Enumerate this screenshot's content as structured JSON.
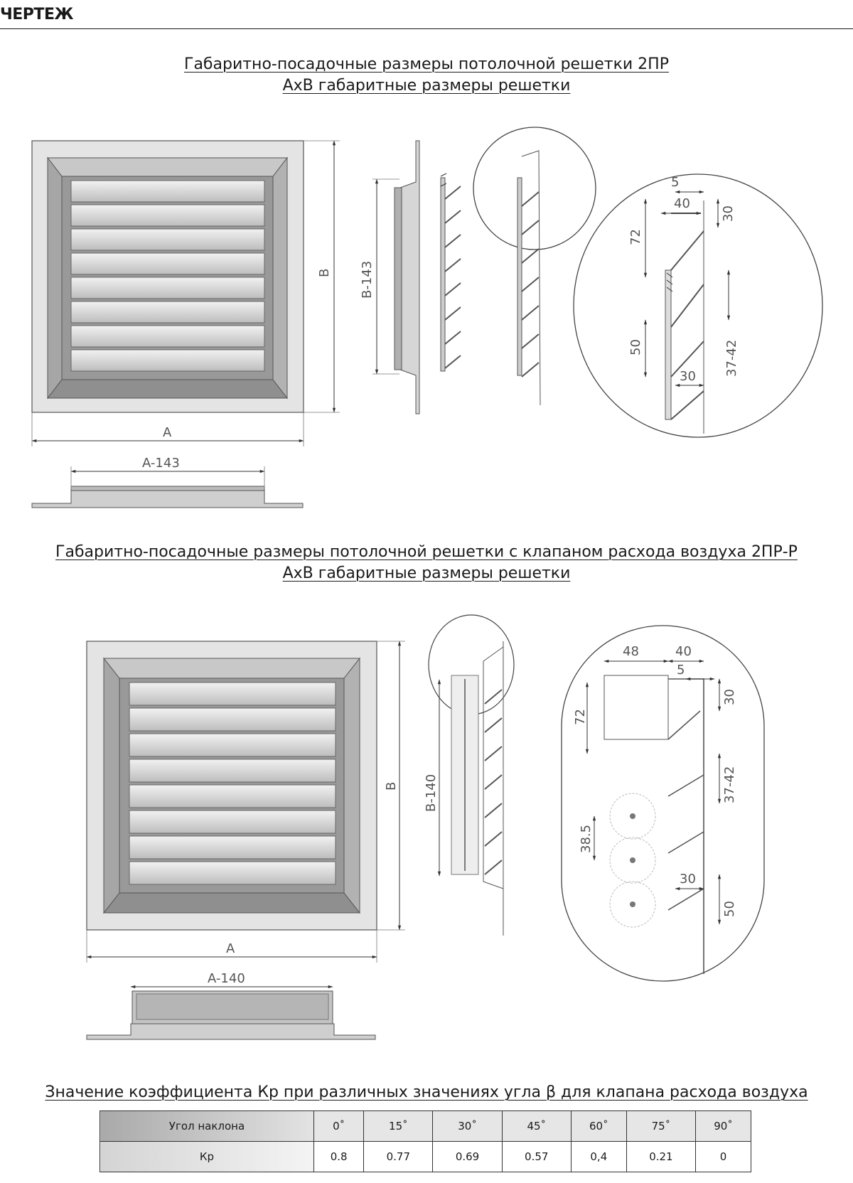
{
  "header": {
    "label": "ЧЕРТЕЖ"
  },
  "section1": {
    "title": "Габаритно-посадочные размеры потолочной решетки 2ПР",
    "subtitle": "АхВ габаритные размеры решетки",
    "dims": {
      "a": "A",
      "b": "B",
      "a_minus": "A-143",
      "b_minus": "B-143",
      "d5": "5",
      "d40": "40",
      "d30": "30",
      "d72": "72",
      "d50": "50",
      "d37_42": "37-42",
      "d30b": "30"
    }
  },
  "section2": {
    "title": "Габаритно-посадочные размеры потолочной решетки с клапаном расхода воздуха 2ПР-Р",
    "subtitle": "АхВ габаритные размеры решетки",
    "dims": {
      "a": "A",
      "b": "B",
      "a_minus": "A-140",
      "b_minus": "B-140",
      "d48": "48",
      "d40": "40",
      "d5": "5",
      "d30": "30",
      "d72": "72",
      "d37_42": "37-42",
      "d38_5": "38.5",
      "d30b": "30",
      "d50": "50"
    }
  },
  "table": {
    "title": "Значение коэффициента Кр при различных значениях угла β для клапана расхода воздуха",
    "header": [
      "Угол наклона",
      "0˚",
      "15˚",
      "30˚",
      "45˚",
      "60˚",
      "75˚",
      "90˚"
    ],
    "values": [
      "Кр",
      "0.8",
      "0.77",
      "0.69",
      "0.57",
      "0,4",
      "0.21",
      "0"
    ]
  }
}
